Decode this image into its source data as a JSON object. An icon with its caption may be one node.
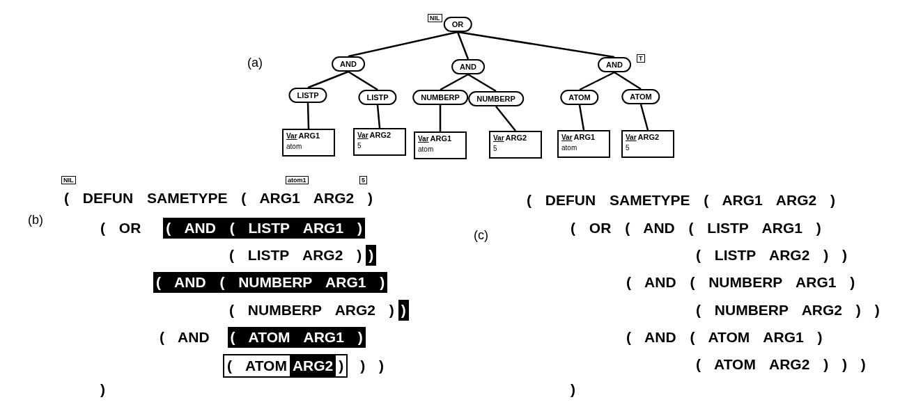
{
  "diagram": {
    "nodes": [
      {
        "text": [
          "OR"
        ],
        "beside": [
          "NIL"
        ]
      },
      {
        "text": [
          "AND"
        ]
      },
      {
        "text": [
          "AND"
        ]
      },
      {
        "text": [
          "AND"
        ],
        "beside": [
          "T"
        ]
      },
      {
        "text": [
          "LISTP"
        ]
      },
      {
        "text": [
          "LISTP"
        ]
      },
      {
        "text": [
          "NUMBERP"
        ]
      },
      {
        "text": [
          "NUMBERP"
        ]
      },
      {
        "text": [
          "ATOM"
        ]
      },
      {
        "text": [
          "ATOM"
        ]
      },
      {
        "text": [
          "Var",
          "ARG1",
          "atom"
        ]
      },
      {
        "text": [
          "Var",
          "ARG2",
          "5"
        ]
      },
      {
        "text": [
          "Var",
          "ARG1",
          "atom"
        ]
      },
      {
        "text": [
          "Var",
          "ARG2",
          "5"
        ]
      },
      {
        "text": [
          "Var",
          "ARG1",
          "atom"
        ]
      },
      {
        "text": [
          "Var",
          "ARG2",
          "5"
        ]
      }
    ],
    "edges": [
      {
        "from": 0,
        "to": 1,
        "arrow": "none"
      },
      {
        "from": 0,
        "to": 2,
        "arrow": "none"
      },
      {
        "from": 0,
        "to": 3,
        "arrow": "none"
      },
      {
        "from": 1,
        "to": 4,
        "arrow": "none"
      },
      {
        "from": 1,
        "to": 5,
        "arrow": "none"
      },
      {
        "from": 2,
        "to": 6,
        "arrow": "none"
      },
      {
        "from": 2,
        "to": 7,
        "arrow": "none"
      },
      {
        "from": 3,
        "to": 8,
        "arrow": "none"
      },
      {
        "from": 3,
        "to": 9,
        "arrow": "none"
      },
      {
        "from": 4,
        "to": 10,
        "arrow": "none"
      },
      {
        "from": 5,
        "to": 11,
        "arrow": "none"
      },
      {
        "from": 6,
        "to": 12,
        "arrow": "none"
      },
      {
        "from": 7,
        "to": 13,
        "arrow": "none"
      },
      {
        "from": 8,
        "to": 14,
        "arrow": "none"
      },
      {
        "from": 9,
        "to": 15,
        "arrow": "none"
      }
    ],
    "labels": [
      "(a)",
      "NIL",
      "atom1",
      "5",
      "( DEFUN SAMETYPE ( ARG1 ARG2 )",
      "( DEFUN SAMETYPE ( ARG1 ARG2 )",
      "(b)",
      "( OR",
      "( AND ( LISTP ARG1 )",
      "(c)",
      "( OR ( AND ( LISTP ARG1 )",
      "( LISTP ARG2 )",
      ")",
      "( LISTP ARG2 ) )",
      "( AND ( NUMBERP ARG1 )",
      "( AND ( NUMBERP ARG1 )",
      "( NUMBERP ARG2 )",
      ")",
      "( NUMBERP ARG2 ) )",
      "( AND",
      "( ATOM ARG1 )",
      "( AND ( ATOM ARG1 )",
      "( ATOM",
      "ARG2",
      ")",
      ") )",
      "( ATOM ARG2 ) ) )",
      ")",
      ")"
    ]
  }
}
